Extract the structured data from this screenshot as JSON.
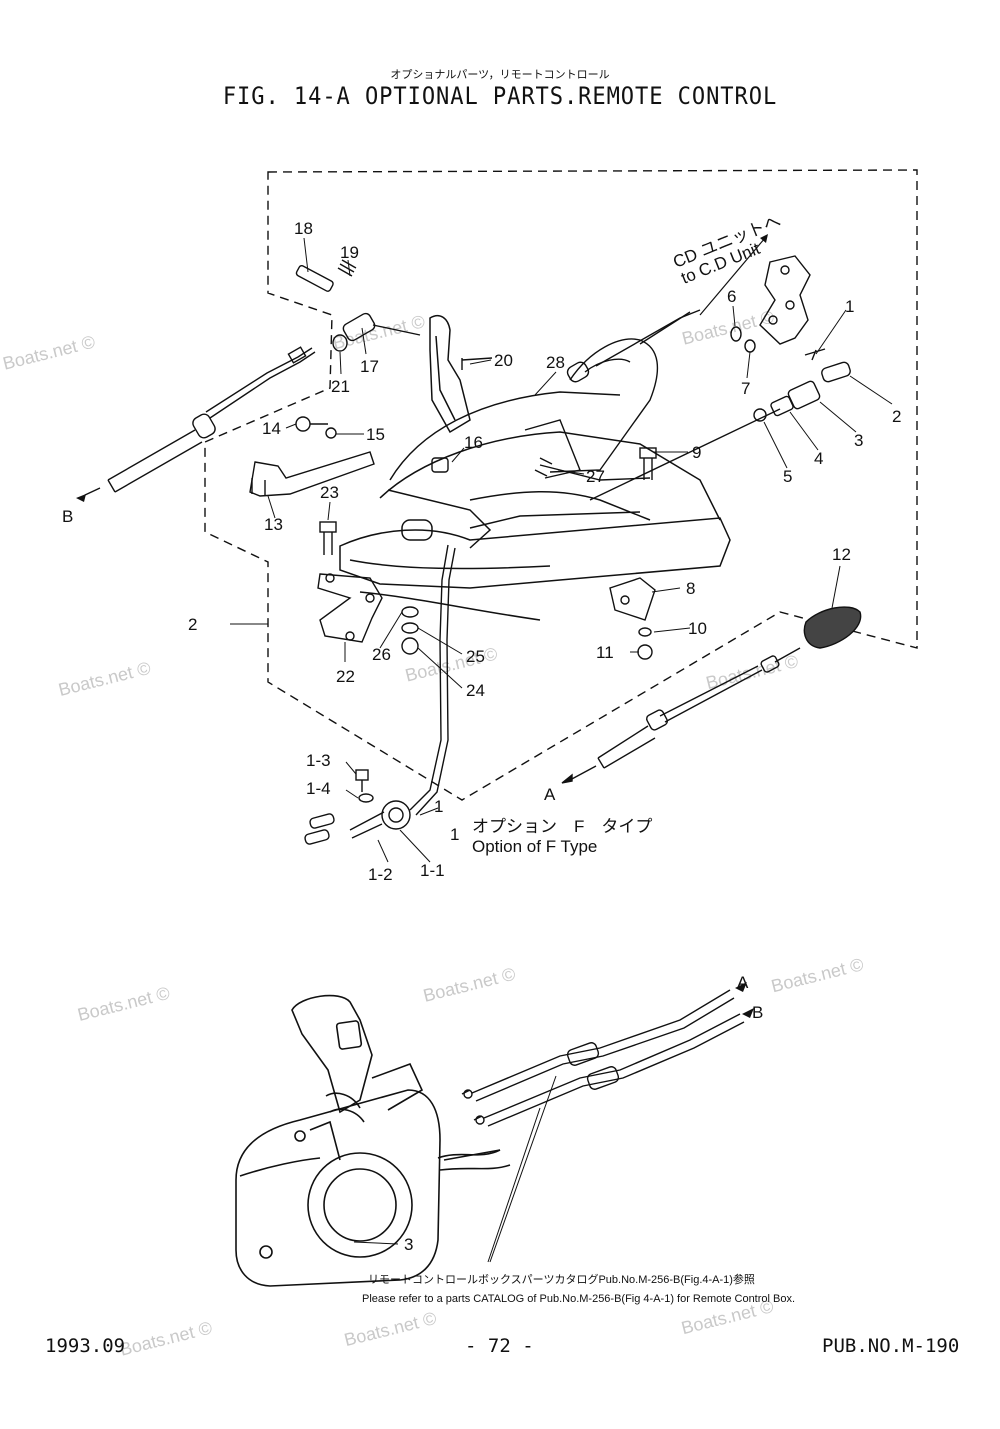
{
  "header": {
    "jp_subtitle": "オプショナルパーツ，リモートコントロール",
    "title": "FIG. 14-A OPTIONAL PARTS.REMOTE CONTROL"
  },
  "watermark": "Boats.net ©",
  "cd_unit": {
    "jp": "CD ユニットへ",
    "en": "to C.D Unit"
  },
  "option": {
    "jp": "オプション　F　タイプ",
    "en": "Option of F Type"
  },
  "callouts": {
    "p18": "18",
    "p19": "19",
    "p17": "17",
    "p21": "21",
    "p20": "20",
    "p28": "28",
    "p14": "14",
    "p15": "15",
    "p16": "16",
    "p13": "13",
    "p23": "23",
    "p22": "22",
    "p26": "26",
    "p25": "25",
    "p24": "24",
    "p2L": "2",
    "p27": "27",
    "p9": "9",
    "p6": "6",
    "p1R": "1",
    "p7": "7",
    "p2R": "2",
    "p3": "3",
    "p4": "4",
    "p5": "5",
    "p8": "8",
    "p10": "10",
    "p11": "11",
    "p12": "12",
    "pA": "A",
    "pB": "B",
    "p1_3": "1-3",
    "p1_4": "1-4",
    "p1": "1",
    "p1b": "1",
    "p1_2": "1-2",
    "p1_1": "1-1",
    "lowA": "A",
    "lowB": "B",
    "low3": "3"
  },
  "catalog_note": {
    "jp": "リモートコントロールボックスパーツカタログPub.No.M-256-B(Fig.4-A-1)参照",
    "en": "Please refer to a parts CATALOG of Pub.No.M-256-B(Fig 4-A-1) for Remote Control Box."
  },
  "footer": {
    "date": "1993.09",
    "page": "- 72 -",
    "pub": "PUB.NO.M-190"
  }
}
